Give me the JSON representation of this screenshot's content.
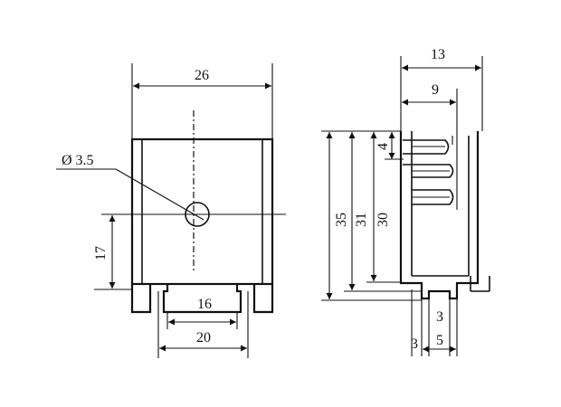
{
  "front_view": {
    "width_top": "26",
    "hole_diameter": "Ø 3.5",
    "hole_height": "17",
    "tab_inner_width": "16",
    "tab_outer_width": "20"
  },
  "side_view": {
    "depth_total": "13",
    "depth_inner": "9",
    "slot_offset": "4",
    "height_total": "35",
    "height_mid": "31",
    "height_inner": "30",
    "lip_thickness": "3",
    "foot_thickness": "3",
    "foot_width": "5"
  }
}
